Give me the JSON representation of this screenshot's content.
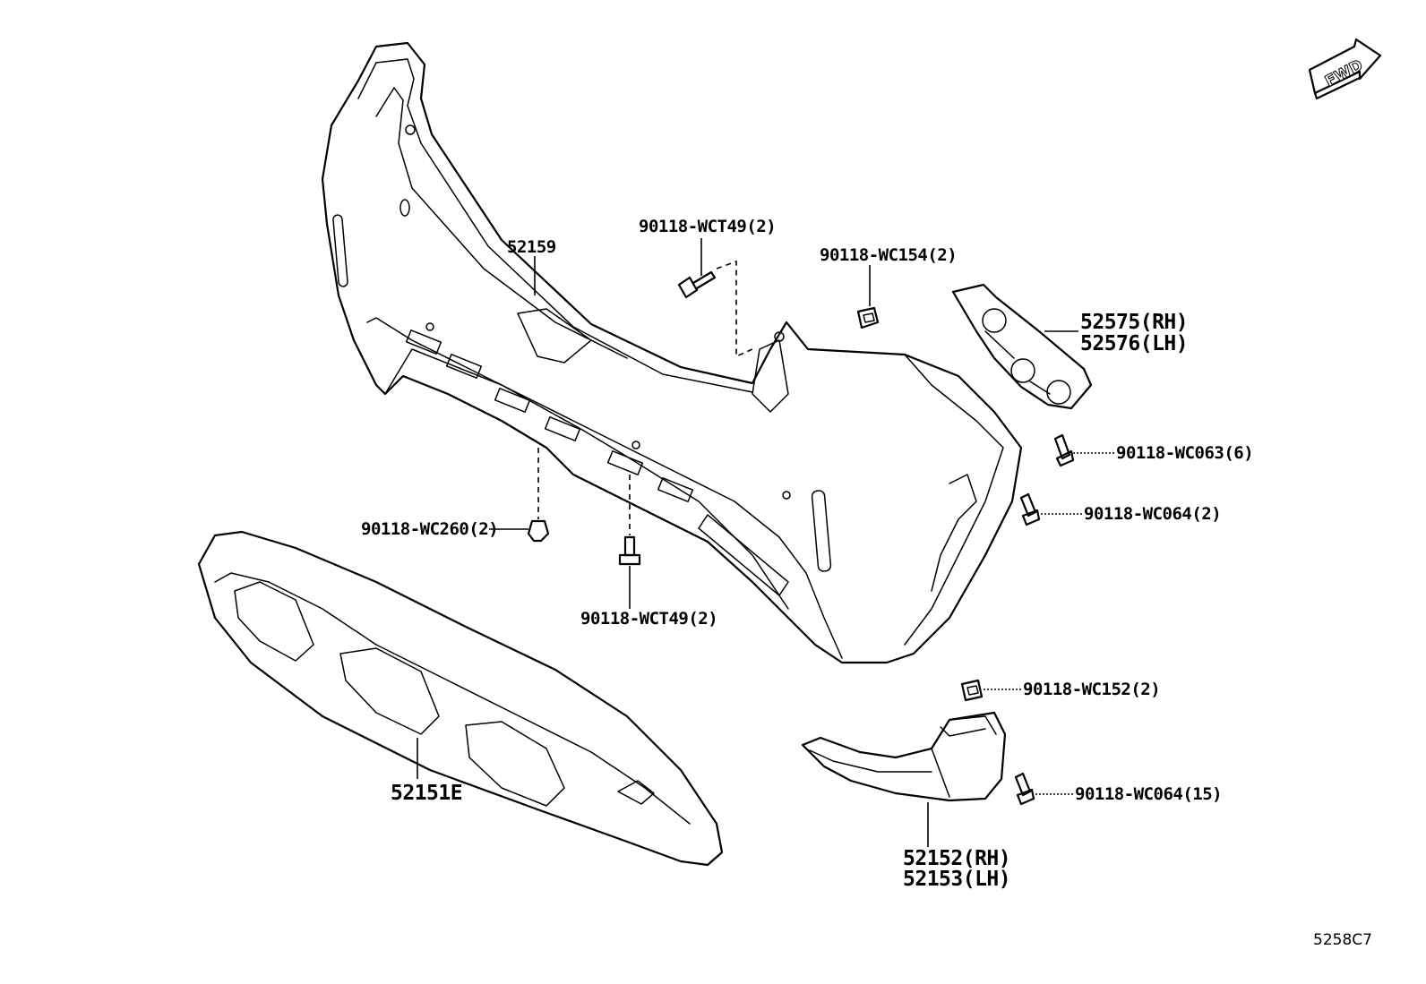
{
  "labels": {
    "bumper_cover": "52159",
    "bolt_upper": "90118-WCT49(2)",
    "clip_upper": "90118-WC154(2)",
    "bracket_rh": "52575(RH)",
    "bracket_lh": "52576(LH)",
    "screw_bracket": "90118-WC063(6)",
    "screw_side": "90118-WC064(2)",
    "clip_lower": "90118-WC260(2)",
    "bolt_lower": "90118-WCT49(2)",
    "lower_spoiler": "52151E",
    "clip_extension": "90118-WC152(2)",
    "screw_extension": "90118-WC064(15)",
    "extension_rh": "52152(RH)",
    "extension_lh": "52153(LH)"
  },
  "fwd_arrow": "FWD",
  "diagram_code": "5258C7",
  "icons": {
    "fwd_arrow": "forward-direction-arrow-icon",
    "bolt": "flange-bolt-icon",
    "screw": "tapping-screw-icon",
    "clip": "retainer-clip-icon"
  }
}
